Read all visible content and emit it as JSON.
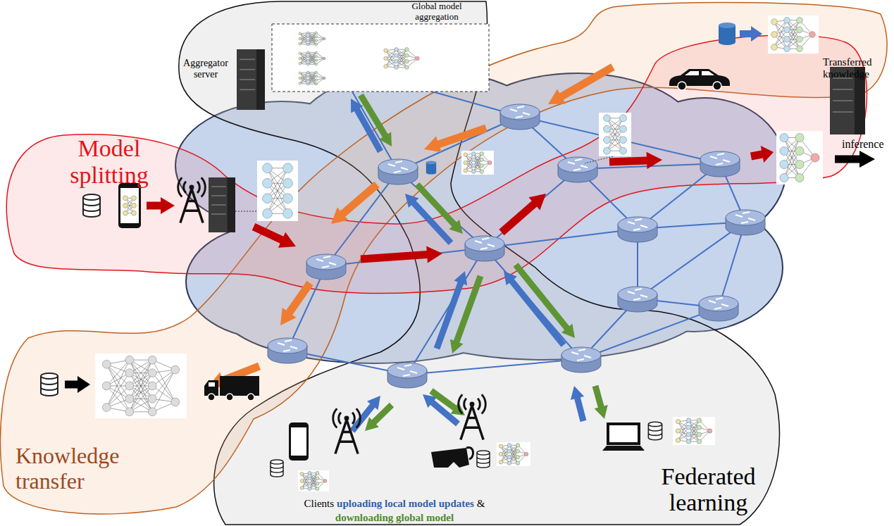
{
  "diagram": {
    "nodes": [
      {
        "text": [
          "Model splitting"
        ]
      },
      {
        "text": [
          "Knowledge transfer"
        ]
      },
      {
        "text": [
          "Federated learning"
        ]
      },
      {
        "text": [
          "Global model aggregation"
        ]
      }
    ],
    "labels": [
      "Aggregator server",
      "Transferred knowledge",
      "inference",
      "Clients",
      "uploading local model updates",
      "&",
      "downloading global model"
    ]
  }
}
